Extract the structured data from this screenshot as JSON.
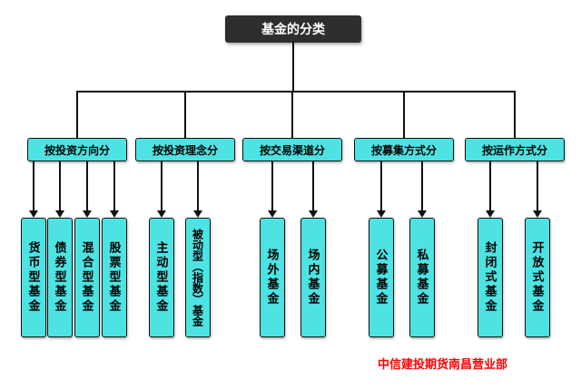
{
  "title": {
    "label": "基金的分类"
  },
  "groups": [
    {
      "label": "按投资方向分",
      "children": [
        "货币型基金",
        "债券型基金",
        "混合型基金",
        "股票型基金"
      ]
    },
    {
      "label": "按投资理念分",
      "children": [
        "主动型基金",
        "被动型（指数）基金"
      ]
    },
    {
      "label": "按交易渠道分",
      "children": [
        "场外基金",
        "场内基金"
      ]
    },
    {
      "label": "按募集方式分",
      "children": [
        "公募基金",
        "私募基金"
      ]
    },
    {
      "label": "按运作方式分",
      "children": [
        "封闭式基金",
        "开放式基金"
      ]
    }
  ],
  "footer": {
    "label": "中信建投期货南昌营业部"
  },
  "colors": {
    "node_fill": "#4DE3E3",
    "node_border": "#111111",
    "root_fill": "#2E2E2E",
    "root_text": "#FFFFFF",
    "line": "#111111",
    "footer_text": "#FF0000",
    "bg": "#FFFFFF"
  }
}
